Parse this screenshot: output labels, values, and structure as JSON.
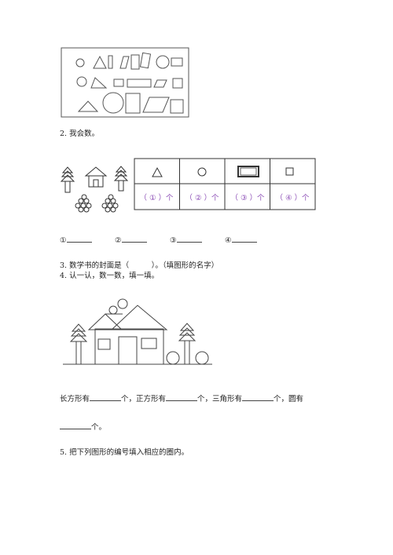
{
  "q2": {
    "title": "2. 我会数。",
    "table_cells": [
      {
        "shape": "triangle-icon",
        "count_label": "（ ① ）个"
      },
      {
        "shape": "circle-icon",
        "count_label": "（ ② ）个"
      },
      {
        "shape": "rectangle-icon",
        "count_label": "（ ③ ）个"
      },
      {
        "shape": "square-icon",
        "count_label": "（ ④ ）个"
      }
    ],
    "answers": [
      "①",
      "②",
      "③",
      "④"
    ]
  },
  "q3": {
    "text": "3. 数学书的封面是（　　　）。（填图形的名字）"
  },
  "q4": {
    "title": "4. 认一认，数一数，填一填。",
    "fill_parts": [
      "长方形有",
      "个，正方形有",
      "个，三角形有",
      "个，圆有",
      "个。"
    ]
  },
  "q5": {
    "title": "5. 把下列图形的编号填入相应的圈内。"
  }
}
